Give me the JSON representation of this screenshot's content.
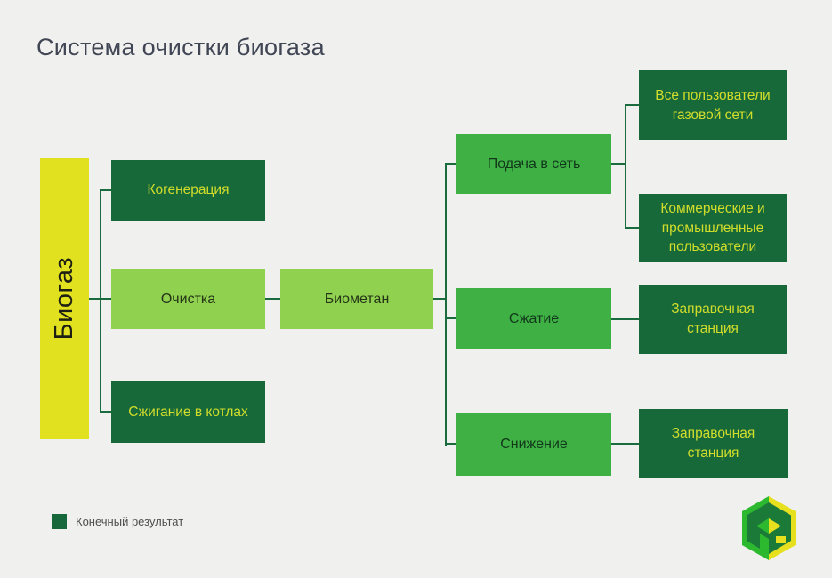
{
  "title": "Система очистки биогаза",
  "diagram": {
    "source": {
      "label": "Биогаз"
    },
    "nodes": {
      "cogeneration": "Когенерация",
      "purification": "Очистка",
      "boilers": "Сжигание в котлах",
      "biomethane": "Биометан",
      "grid_supply": "Подача в сеть",
      "compression": "Сжатие",
      "reduction": "Снижение",
      "all_users": "Все пользователи газовой сети",
      "commercial": "Коммерческие и промышленные пользователи",
      "fuel_station_1": "Заправочная станция",
      "fuel_station_2": "Заправочная станция"
    }
  },
  "legend": {
    "label": "Конечный результат",
    "swatch_color": "#17693c"
  },
  "colors": {
    "background": "#f0f0ef",
    "source_yellow": "#e2e120",
    "end_result_dark_green": "#17693a",
    "intermediate_light_green": "#90d150",
    "process_medium_green": "#3fb044",
    "dark_box_text": "#d2dd2b",
    "connector": "#1a6b3e",
    "title_text": "#414654"
  },
  "logo": {
    "name": "hexagon-a-logo"
  }
}
